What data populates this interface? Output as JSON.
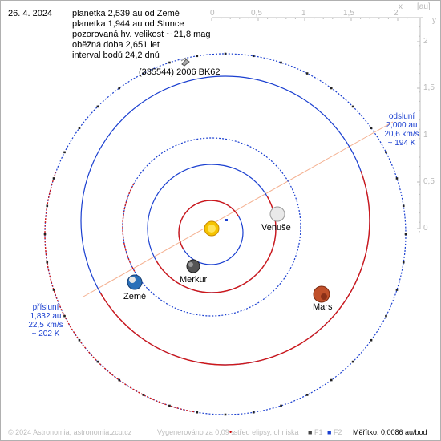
{
  "date": "26. 4. 2024",
  "info_lines": [
    "planetka 2,539 au od Země",
    "planetka 1,944 au od Slunce",
    "pozorovaná hv. velikost ~ 21,8 mag",
    "oběžná doba 2,651 let",
    "interval bodů 24,2 dnů"
  ],
  "asteroid_name": "(335544) 2006 BK62",
  "axis": {
    "x_ticks": [
      "0",
      "0,5",
      "1",
      "1,5",
      "2"
    ],
    "x_label": "x",
    "unit_label": "[au]",
    "y_ticks": [
      "2",
      "1,5",
      "1",
      "0,5",
      "0"
    ],
    "y_label": "y"
  },
  "aphelion": {
    "title": "odsluní",
    "distance": "2,000 au",
    "speed": "20,6 km/s",
    "temperature": "~ 194 K"
  },
  "perihelion": {
    "title": "přísluní",
    "distance": "1,832 au",
    "speed": "22,5 km/s",
    "temperature": "~ 202 K"
  },
  "planets": {
    "mercury": "Merkur",
    "venus": "Venuše",
    "earth": "Země",
    "mars": "Mars"
  },
  "footer": {
    "copyright": "© 2024 Astronomia, astronomia.zcu.cz",
    "generated": "Vygenerováno za 0,09 s",
    "ellipse_center": "střed elipsy, ohniska",
    "f1": "F1",
    "f2": "F2",
    "scale": "Měřítko: 0,0086 au/bod"
  },
  "colors": {
    "orbit_blue": "#1a3fd0",
    "orbit_red": "#d01818",
    "apsides_line": "#f4b090",
    "tick_gray": "#bbbbbb"
  }
}
